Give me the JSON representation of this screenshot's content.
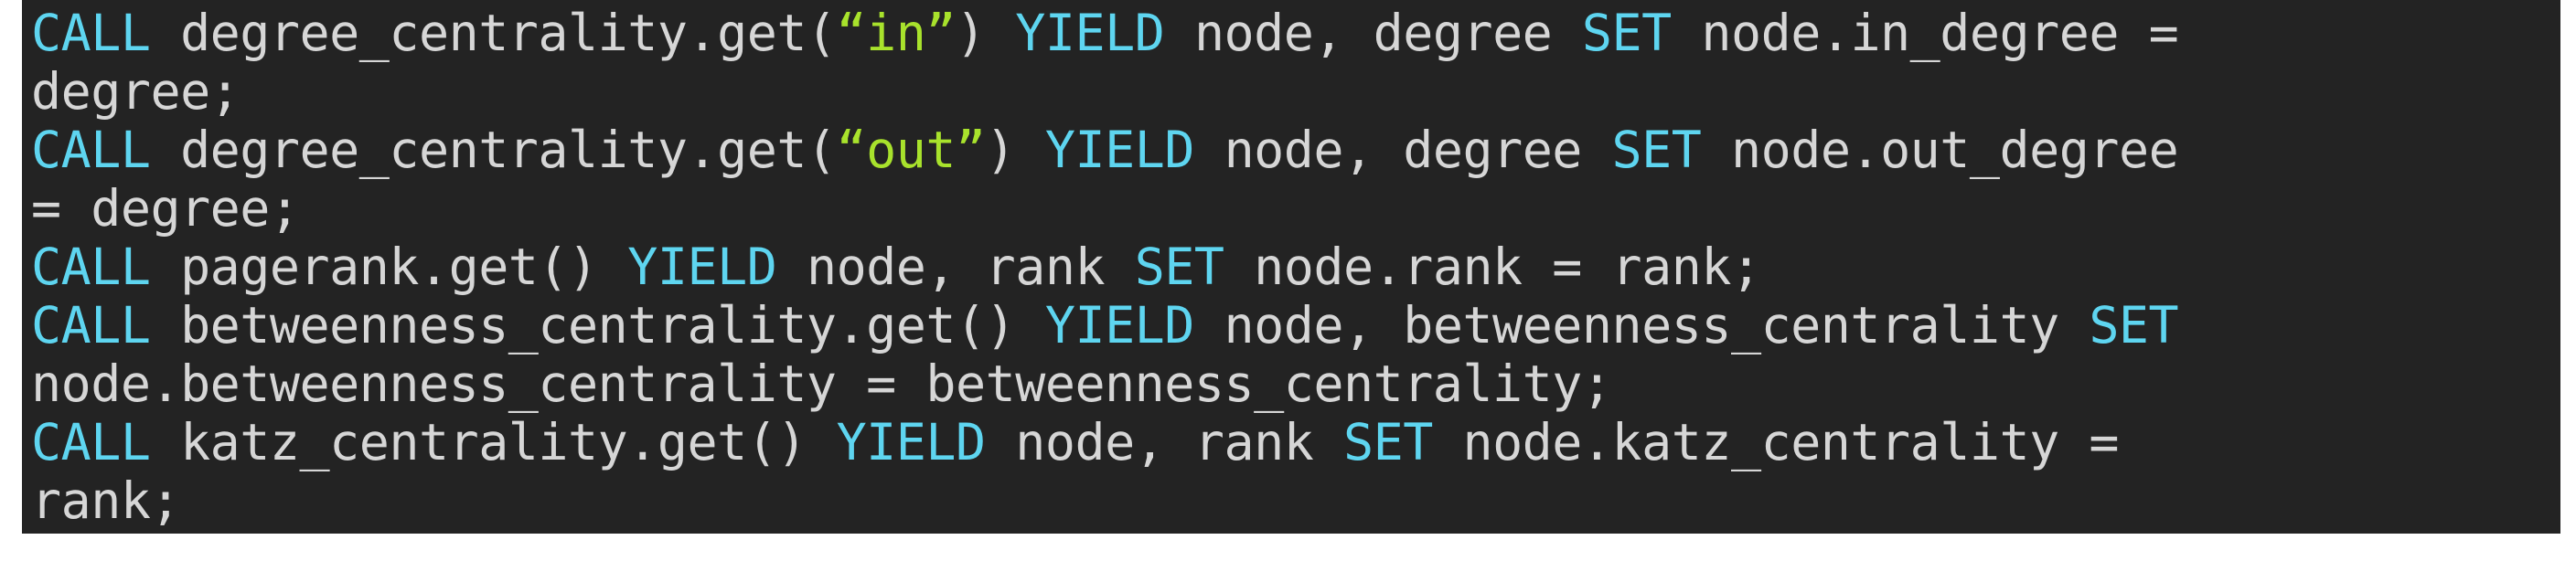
{
  "code_block": {
    "language": "cypher",
    "background_color": "#232323",
    "default_text_color": "#d6d6d6",
    "keyword_color": "#5ed5f0",
    "string_color": "#a8e22c",
    "statements": [
      "CALL degree_centrality.get(“in”) YIELD node, degree SET node.in_degree = degree;",
      "CALL degree_centrality.get(“out”) YIELD node, degree SET node.out_degree = degree;",
      "CALL pagerank.get() YIELD node, rank SET node.rank = rank;",
      "CALL betweenness_centrality.get() YIELD node, betweenness_centrality SET node.betweenness_centrality = betweenness_centrality;",
      "CALL katz_centrality.get() YIELD node, rank SET node.katz_centrality = rank;"
    ],
    "lines": [
      {
        "index": 0,
        "tokens": [
          {
            "t": "CALL",
            "c": "kw"
          },
          {
            "t": " degree_centrality.get(",
            "c": "def"
          },
          {
            "t": "“in”",
            "c": "str"
          },
          {
            "t": ") ",
            "c": "def"
          },
          {
            "t": "YIELD",
            "c": "kw"
          },
          {
            "t": " node, degree ",
            "c": "def"
          },
          {
            "t": "SET",
            "c": "kw"
          },
          {
            "t": " node.in_degree =",
            "c": "def"
          }
        ]
      },
      {
        "index": 1,
        "tokens": [
          {
            "t": "degree;",
            "c": "def"
          }
        ]
      },
      {
        "index": 2,
        "tokens": [
          {
            "t": "CALL",
            "c": "kw"
          },
          {
            "t": " degree_centrality.get(",
            "c": "def"
          },
          {
            "t": "“out”",
            "c": "str"
          },
          {
            "t": ") ",
            "c": "def"
          },
          {
            "t": "YIELD",
            "c": "kw"
          },
          {
            "t": " node, degree ",
            "c": "def"
          },
          {
            "t": "SET",
            "c": "kw"
          },
          {
            "t": " node.out_degree",
            "c": "def"
          }
        ]
      },
      {
        "index": 3,
        "tokens": [
          {
            "t": "= degree;",
            "c": "def"
          }
        ]
      },
      {
        "index": 4,
        "tokens": [
          {
            "t": "CALL",
            "c": "kw"
          },
          {
            "t": " pagerank.get() ",
            "c": "def"
          },
          {
            "t": "YIELD",
            "c": "kw"
          },
          {
            "t": " node, rank ",
            "c": "def"
          },
          {
            "t": "SET",
            "c": "kw"
          },
          {
            "t": " node.rank = rank;",
            "c": "def"
          }
        ]
      },
      {
        "index": 5,
        "tokens": [
          {
            "t": "CALL",
            "c": "kw"
          },
          {
            "t": " betweenness_centrality.get() ",
            "c": "def"
          },
          {
            "t": "YIELD",
            "c": "kw"
          },
          {
            "t": " node, betweenness_centrality ",
            "c": "def"
          },
          {
            "t": "SET",
            "c": "kw"
          }
        ]
      },
      {
        "index": 6,
        "tokens": [
          {
            "t": "node.betweenness_centrality = betweenness_centrality;",
            "c": "def"
          }
        ]
      },
      {
        "index": 7,
        "tokens": [
          {
            "t": "CALL",
            "c": "kw"
          },
          {
            "t": " katz_centrality.get() ",
            "c": "def"
          },
          {
            "t": "YIELD",
            "c": "kw"
          },
          {
            "t": " node, rank ",
            "c": "def"
          },
          {
            "t": "SET",
            "c": "kw"
          },
          {
            "t": " node.katz_centrality =",
            "c": "def"
          }
        ]
      },
      {
        "index": 8,
        "tokens": [
          {
            "t": "rank;",
            "c": "def"
          }
        ]
      }
    ]
  }
}
